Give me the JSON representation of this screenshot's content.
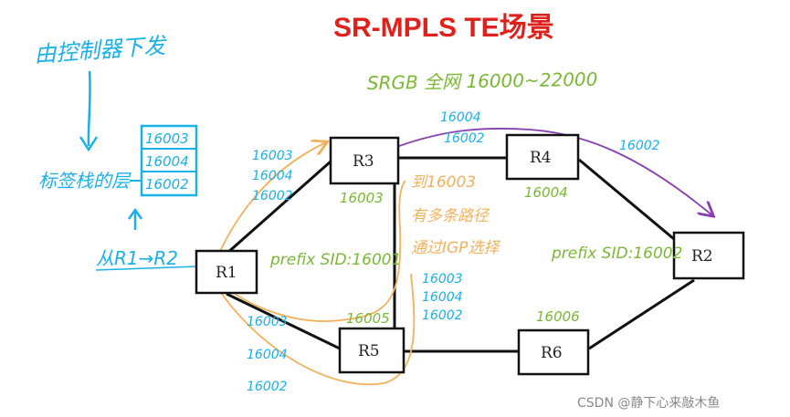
{
  "title": "SR-MPLS TE场景",
  "srgb_note": "SRGB 全网 16000~22000",
  "controller_note": "由控制器下发",
  "label_stack_note": "标签栈的层",
  "flow_note": "从R1→R2",
  "stack_box": [
    "16003",
    "16004",
    "16002"
  ],
  "nodes": {
    "r1": "R1",
    "r2": "R2",
    "r3": "R3",
    "r4": "R4",
    "r5": "R5",
    "r6": "R6"
  },
  "prefix_sid_r1": "prefix SID:16001",
  "prefix_sid_r2": "prefix SID:16002",
  "sid_r3": "16003",
  "sid_r4": "16004",
  "sid_r5": "16005",
  "sid_r6": "16006",
  "stack_r1_r3": [
    "16003",
    "16004",
    "16002"
  ],
  "stack_r1_r5": [
    "16003",
    "16004",
    "16002"
  ],
  "stack_r3_r4": [
    "16004",
    "16002"
  ],
  "stack_r4_r2": "16002",
  "stack_r5_r3": [
    "16003",
    "16004",
    "16002"
  ],
  "orange_note": [
    "到16003",
    "有多条路径",
    "通过IGP选择"
  ],
  "watermark": "CSDN @静下心来敲木鱼",
  "colors": {
    "title": "#e0201b",
    "blue": "#1ab0e8",
    "green": "#7ab833",
    "orange": "#f2b15b",
    "purple": "#8a3fb0"
  }
}
